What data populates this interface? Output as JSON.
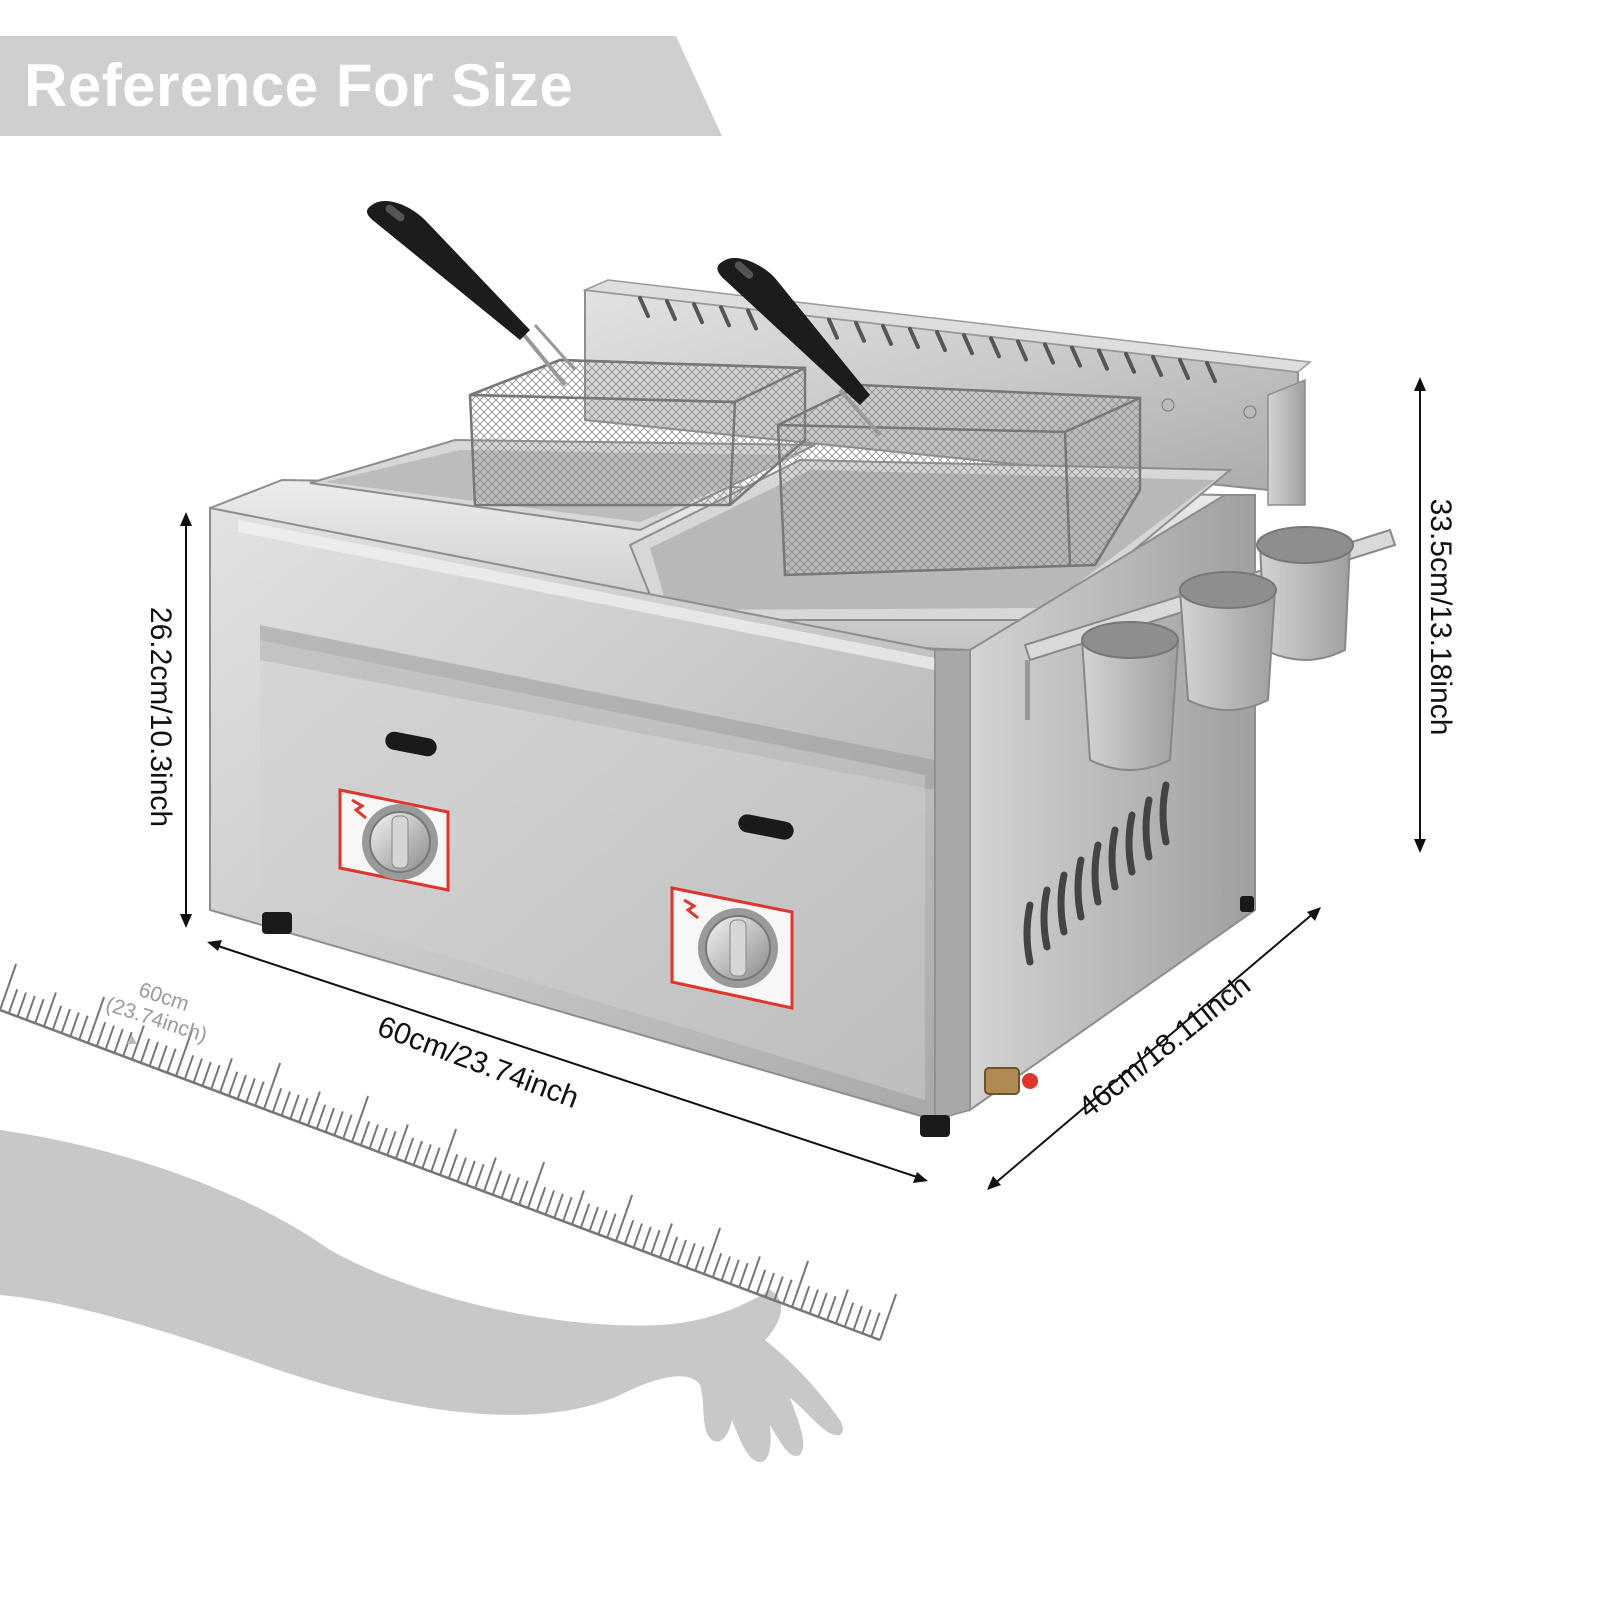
{
  "banner": {
    "title": "Reference For Size"
  },
  "dimensions": {
    "width": "60cm/23.74inch",
    "depth": "46cm/18.11inch",
    "height_front": "26.2cm/10.3inch",
    "height_total": "33.5cm/13.18inch"
  },
  "ruler": {
    "cm": "60cm",
    "inch": "(23.74inch)"
  },
  "colors": {
    "banner": "#cfcfcf",
    "steel_light": "#dcdcdc",
    "steel_mid": "#bdbdbd",
    "steel_dark": "#8e8e8e",
    "silhouette": "#c8c8c8",
    "knob_label": "#e0352b"
  }
}
